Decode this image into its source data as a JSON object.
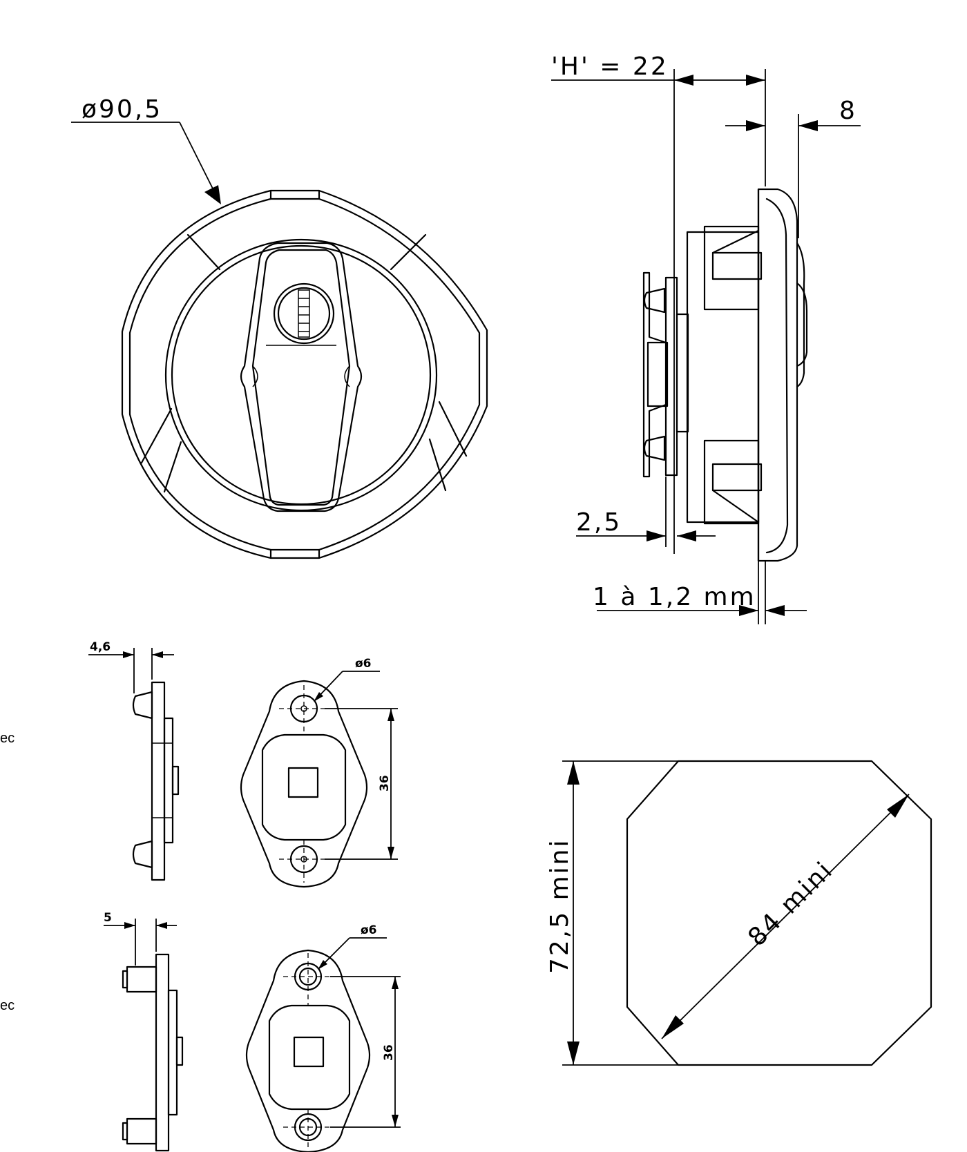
{
  "front_view": {
    "diameter_label": "ø90,5"
  },
  "side_view": {
    "height_label": "'H' = 22",
    "depth_label": "8",
    "plate_label": "2,5",
    "panel_label": "1 à 1,2 mm"
  },
  "cam_a": {
    "offset_label": "4,6",
    "hole_label": "ø6",
    "spacing_label": "36"
  },
  "cam_b": {
    "offset_label": "5",
    "hole_label": "ø6",
    "spacing_label": "36"
  },
  "cutout": {
    "height_label": "72,5 mini",
    "diagonal_label": "84 mini"
  },
  "edge_fragments": [
    "ec",
    "ec"
  ]
}
